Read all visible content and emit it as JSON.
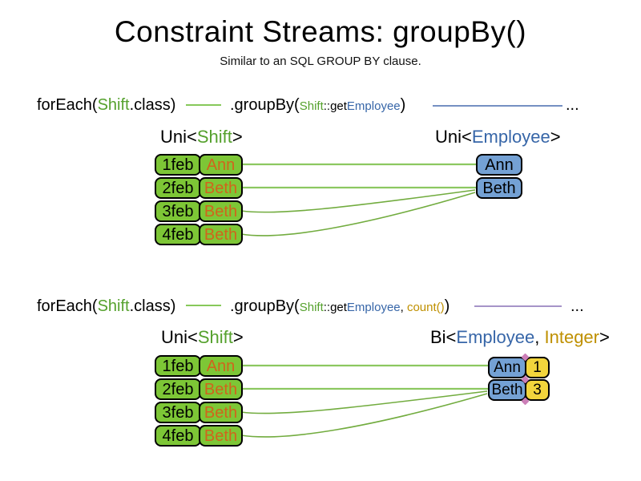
{
  "title": "Constraint Streams: groupBy()",
  "subtitle": "Similar to an SQL GROUP BY clause.",
  "flow1": {
    "code": {
      "foreach_pre": "forEach(",
      "foreach_type": "Shift",
      "foreach_post": ".class)",
      "group_pre": ".groupBy(",
      "arg_class": "Shift",
      "arg_accessor": "::get",
      "arg_type": "Employee",
      "group_post": ")",
      "ellipsis": "..."
    },
    "source_label": {
      "pre": "Uni<",
      "type": "Shift",
      "post": ">"
    },
    "result_label": {
      "pre": "Uni<",
      "type": "Employee",
      "post": ">"
    },
    "shifts": [
      {
        "date": "1feb",
        "employee": "Ann"
      },
      {
        "date": "2feb",
        "employee": "Beth"
      },
      {
        "date": "3feb",
        "employee": "Beth"
      },
      {
        "date": "4feb",
        "employee": "Beth"
      }
    ],
    "groups": [
      {
        "employee": "Ann"
      },
      {
        "employee": "Beth"
      }
    ]
  },
  "flow2": {
    "code": {
      "foreach_pre": "forEach(",
      "foreach_type": "Shift",
      "foreach_post": ".class)",
      "group_pre": ".groupBy(",
      "arg_class": "Shift",
      "arg_accessor": "::get",
      "arg_type": "Employee",
      "arg_sep": ", ",
      "arg_collector": "count()",
      "group_post": ")",
      "ellipsis": "..."
    },
    "source_label": {
      "pre": "Uni<",
      "type": "Shift",
      "post": ">"
    },
    "result_label": {
      "pre": "Bi<",
      "type1": "Employee",
      "sep": ", ",
      "type2": "Integer",
      "post": ">"
    },
    "shifts": [
      {
        "date": "1feb",
        "employee": "Ann"
      },
      {
        "date": "2feb",
        "employee": "Beth"
      },
      {
        "date": "3feb",
        "employee": "Beth"
      },
      {
        "date": "4feb",
        "employee": "Beth"
      }
    ],
    "groups": [
      {
        "employee": "Ann",
        "count": "1"
      },
      {
        "employee": "Beth",
        "count": "3"
      }
    ]
  },
  "colors": {
    "shift_green_text": "#55A12D",
    "employee_blue_text": "#3766A8",
    "integer_gold_text": "#BF9000",
    "name_orange_text": "#D0641C",
    "box_green": "#7DC636",
    "box_blue": "#74A1D4",
    "box_yellow": "#F2D53C",
    "line_green_straight": "#8CC860",
    "line_green_curve": "#72AC3F",
    "line_blue": "#7590C2",
    "line_purple": "#9A85C0",
    "diamond_pink": "#CC7FB8"
  }
}
